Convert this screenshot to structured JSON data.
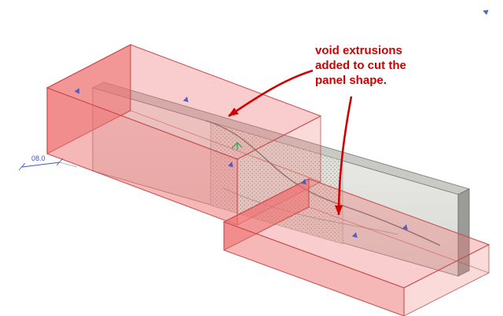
{
  "figure": {
    "type": "3d-cad-view-with-annotation",
    "background": "#ffffff"
  },
  "annotation": {
    "lines": [
      "void extrusions",
      "added to cut the",
      "panel shape."
    ]
  },
  "dimension_label": {
    "value": "08.0"
  },
  "colors": {
    "annotation_red": "#d10000",
    "void_fill": "#ee6f6f",
    "void_edge": "#c64a4a",
    "marker_blue": "#3d56c6",
    "dimension_blue": "#3d56c6",
    "panel_outline": "#80807b"
  }
}
